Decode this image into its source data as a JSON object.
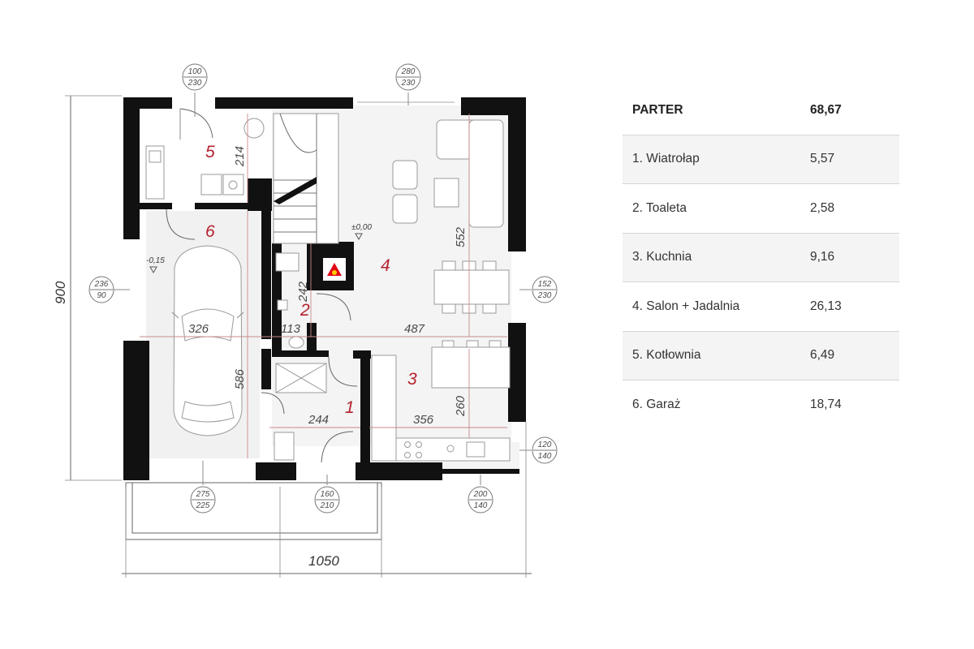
{
  "plan": {
    "overall_width_label": "1050",
    "overall_depth_label": "900",
    "level_mark_main": "±0,00",
    "level_mark_garage": "-0,15",
    "rooms": [
      {
        "id": "1",
        "label": "1"
      },
      {
        "id": "2",
        "label": "2"
      },
      {
        "id": "3",
        "label": "3"
      },
      {
        "id": "4",
        "label": "4"
      },
      {
        "id": "5",
        "label": "5"
      },
      {
        "id": "6",
        "label": "6"
      }
    ],
    "dimensions": [
      "214",
      "326",
      "113",
      "487",
      "242",
      "552",
      "586",
      "244",
      "356",
      "260"
    ],
    "window_tags": [
      {
        "top": "100",
        "bottom": "230"
      },
      {
        "top": "280",
        "bottom": "230"
      },
      {
        "top": "236",
        "bottom": "90"
      },
      {
        "top": "152",
        "bottom": "230"
      },
      {
        "top": "120",
        "bottom": "140"
      },
      {
        "top": "275",
        "bottom": "225"
      },
      {
        "top": "160",
        "bottom": "210"
      },
      {
        "top": "200",
        "bottom": "140"
      }
    ]
  },
  "area_table": {
    "header": {
      "label": "PARTER",
      "value": "68,67"
    },
    "rows": [
      {
        "label": "1. Wiatrołap",
        "value": "5,57"
      },
      {
        "label": "2. Toaleta",
        "value": "2,58"
      },
      {
        "label": "3. Kuchnia",
        "value": "9,16"
      },
      {
        "label": "4. Salon + Jadalnia",
        "value": "26,13"
      },
      {
        "label": "5. Kotłownia",
        "value": "6,49"
      },
      {
        "label": "6. Garaż",
        "value": "18,74"
      }
    ]
  },
  "colors": {
    "walls": "#111111",
    "room_numbers": "#b3212e",
    "fireplace": "#e30613",
    "table_stripe": "#f4f4f4"
  }
}
